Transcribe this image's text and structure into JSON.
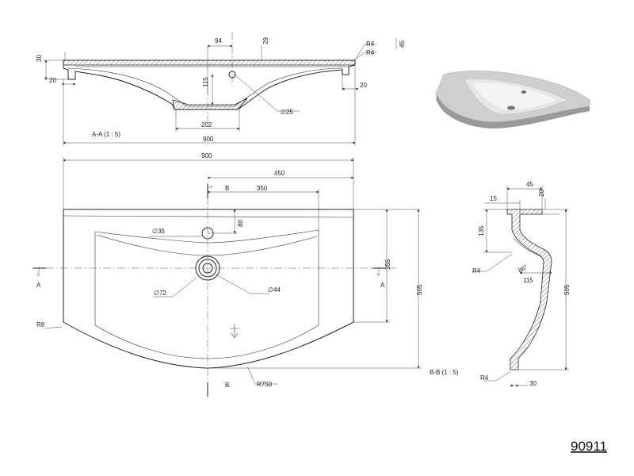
{
  "drawing_number": "90911",
  "views": {
    "section_aa": {
      "label": "A-A (1 : 5)",
      "dims": {
        "d94": "94",
        "d29": "29",
        "r4a": "R4",
        "r4b": "R4",
        "d45": "45",
        "d30": "30",
        "d20l": "20",
        "d115": "115",
        "d20r": "20",
        "dia25": "∅25",
        "d202": "202",
        "d900": "900"
      }
    },
    "plan": {
      "dims": {
        "d900": "900",
        "d450": "450",
        "d350": "350",
        "b_top": "B",
        "b_bottom": "B",
        "dia35": "∅35",
        "d80": "80",
        "a_left": "A",
        "a_right": "A",
        "d355": "355",
        "dia72": "∅72",
        "dia44": "∅44",
        "r8": "R8",
        "r750": "R750",
        "d505": "505"
      }
    },
    "section_bb": {
      "label": "B-B (1 : 5)",
      "dims": {
        "d45": "45",
        "d15": "15",
        "d20": "20",
        "d135": "135",
        "r4a": "R4",
        "a86": "86°",
        "d115": "115",
        "d505": "505",
        "r4b": "R4",
        "d30": "30"
      }
    }
  }
}
